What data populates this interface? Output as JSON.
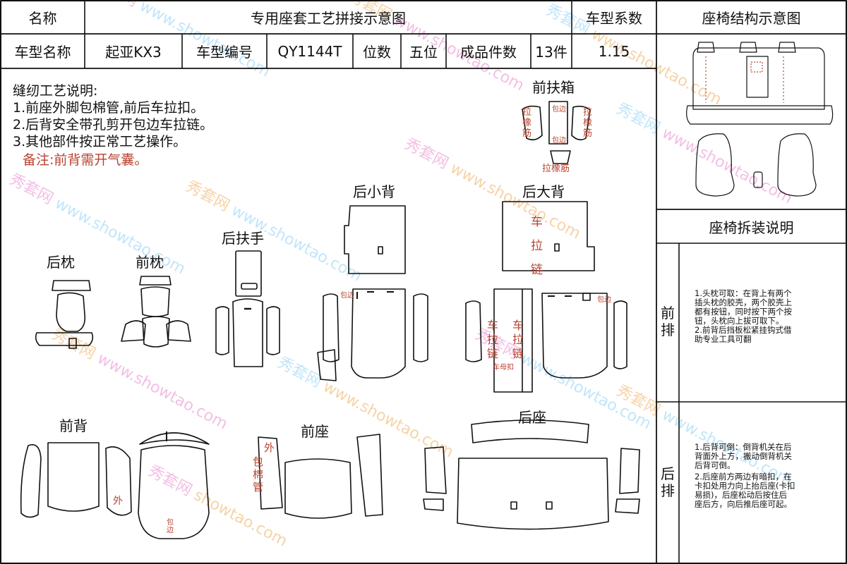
{
  "header": {
    "name_label": "名称",
    "title": "专用座套工艺拼接示意图",
    "coef_label": "车型系数",
    "structure_title": "座椅结构示意图",
    "model_name_label": "车型名称",
    "model_name": "起亚KX3",
    "model_no_label": "车型编号",
    "model_no": "QY1144T",
    "seats_label": "位数",
    "seats_value": "五位",
    "pieces_label": "成品件数",
    "pieces_value": "13件",
    "coef_value": "1.15"
  },
  "notes": {
    "title": "缝纫工艺说明:",
    "lines": [
      "1.前座外脚包棉管,前后车拉扣。",
      "2.后背安全带孔剪开包边车拉链。",
      "3.其他部件按正常工艺操作。"
    ],
    "remark": "备注:前背需开气囊。"
  },
  "parts": {
    "front_box": "前扶箱",
    "rear_small_back": "后小背",
    "rear_big_back": "后大背",
    "rear_armrest": "后扶手",
    "rear_pillow": "后枕",
    "front_pillow": "前枕",
    "front_back": "前背",
    "front_seat": "前座",
    "rear_seat": "后座"
  },
  "marks": {
    "la": "拉",
    "xiang": "橡",
    "jin": "筋",
    "rubber_band": "拉橡筋",
    "bian": "包边",
    "che": "车",
    "lian": "链",
    "wai": "外",
    "bao": "包",
    "mian": "棉",
    "guan": "管",
    "zipper_small": "车母扣"
  },
  "sidebar": {
    "disassembly_title": "座椅拆装说明",
    "front_row": "前排",
    "rear_row": "后排",
    "front_text": [
      "1.头枕可取：在背上有两个",
      "插头枕的胶壳，两个胶壳上",
      "都有按钮，同时按下两个按",
      "钮，头枕向上拔可取下。",
      "2.前背后挡板松紧挂钩式借",
      "助专业工具可翻"
    ],
    "rear_text": [
      "1.后背可倒：倒背机关在后",
      "背面外上方，搬动倒背机关",
      "后背可倒。",
      "2.后座前方两边有暗扣，在",
      "卡扣处用力向上抬后座(卡扣",
      "易损)，后座松动后按住后",
      "座后方，向后推后座可起。"
    ]
  },
  "watermark": {
    "site": "www.showtao.com",
    "brand": "秀套网",
    "site2": "showtao.com"
  },
  "colors": {
    "line": "#111111",
    "accent_red": "#b8432f"
  }
}
